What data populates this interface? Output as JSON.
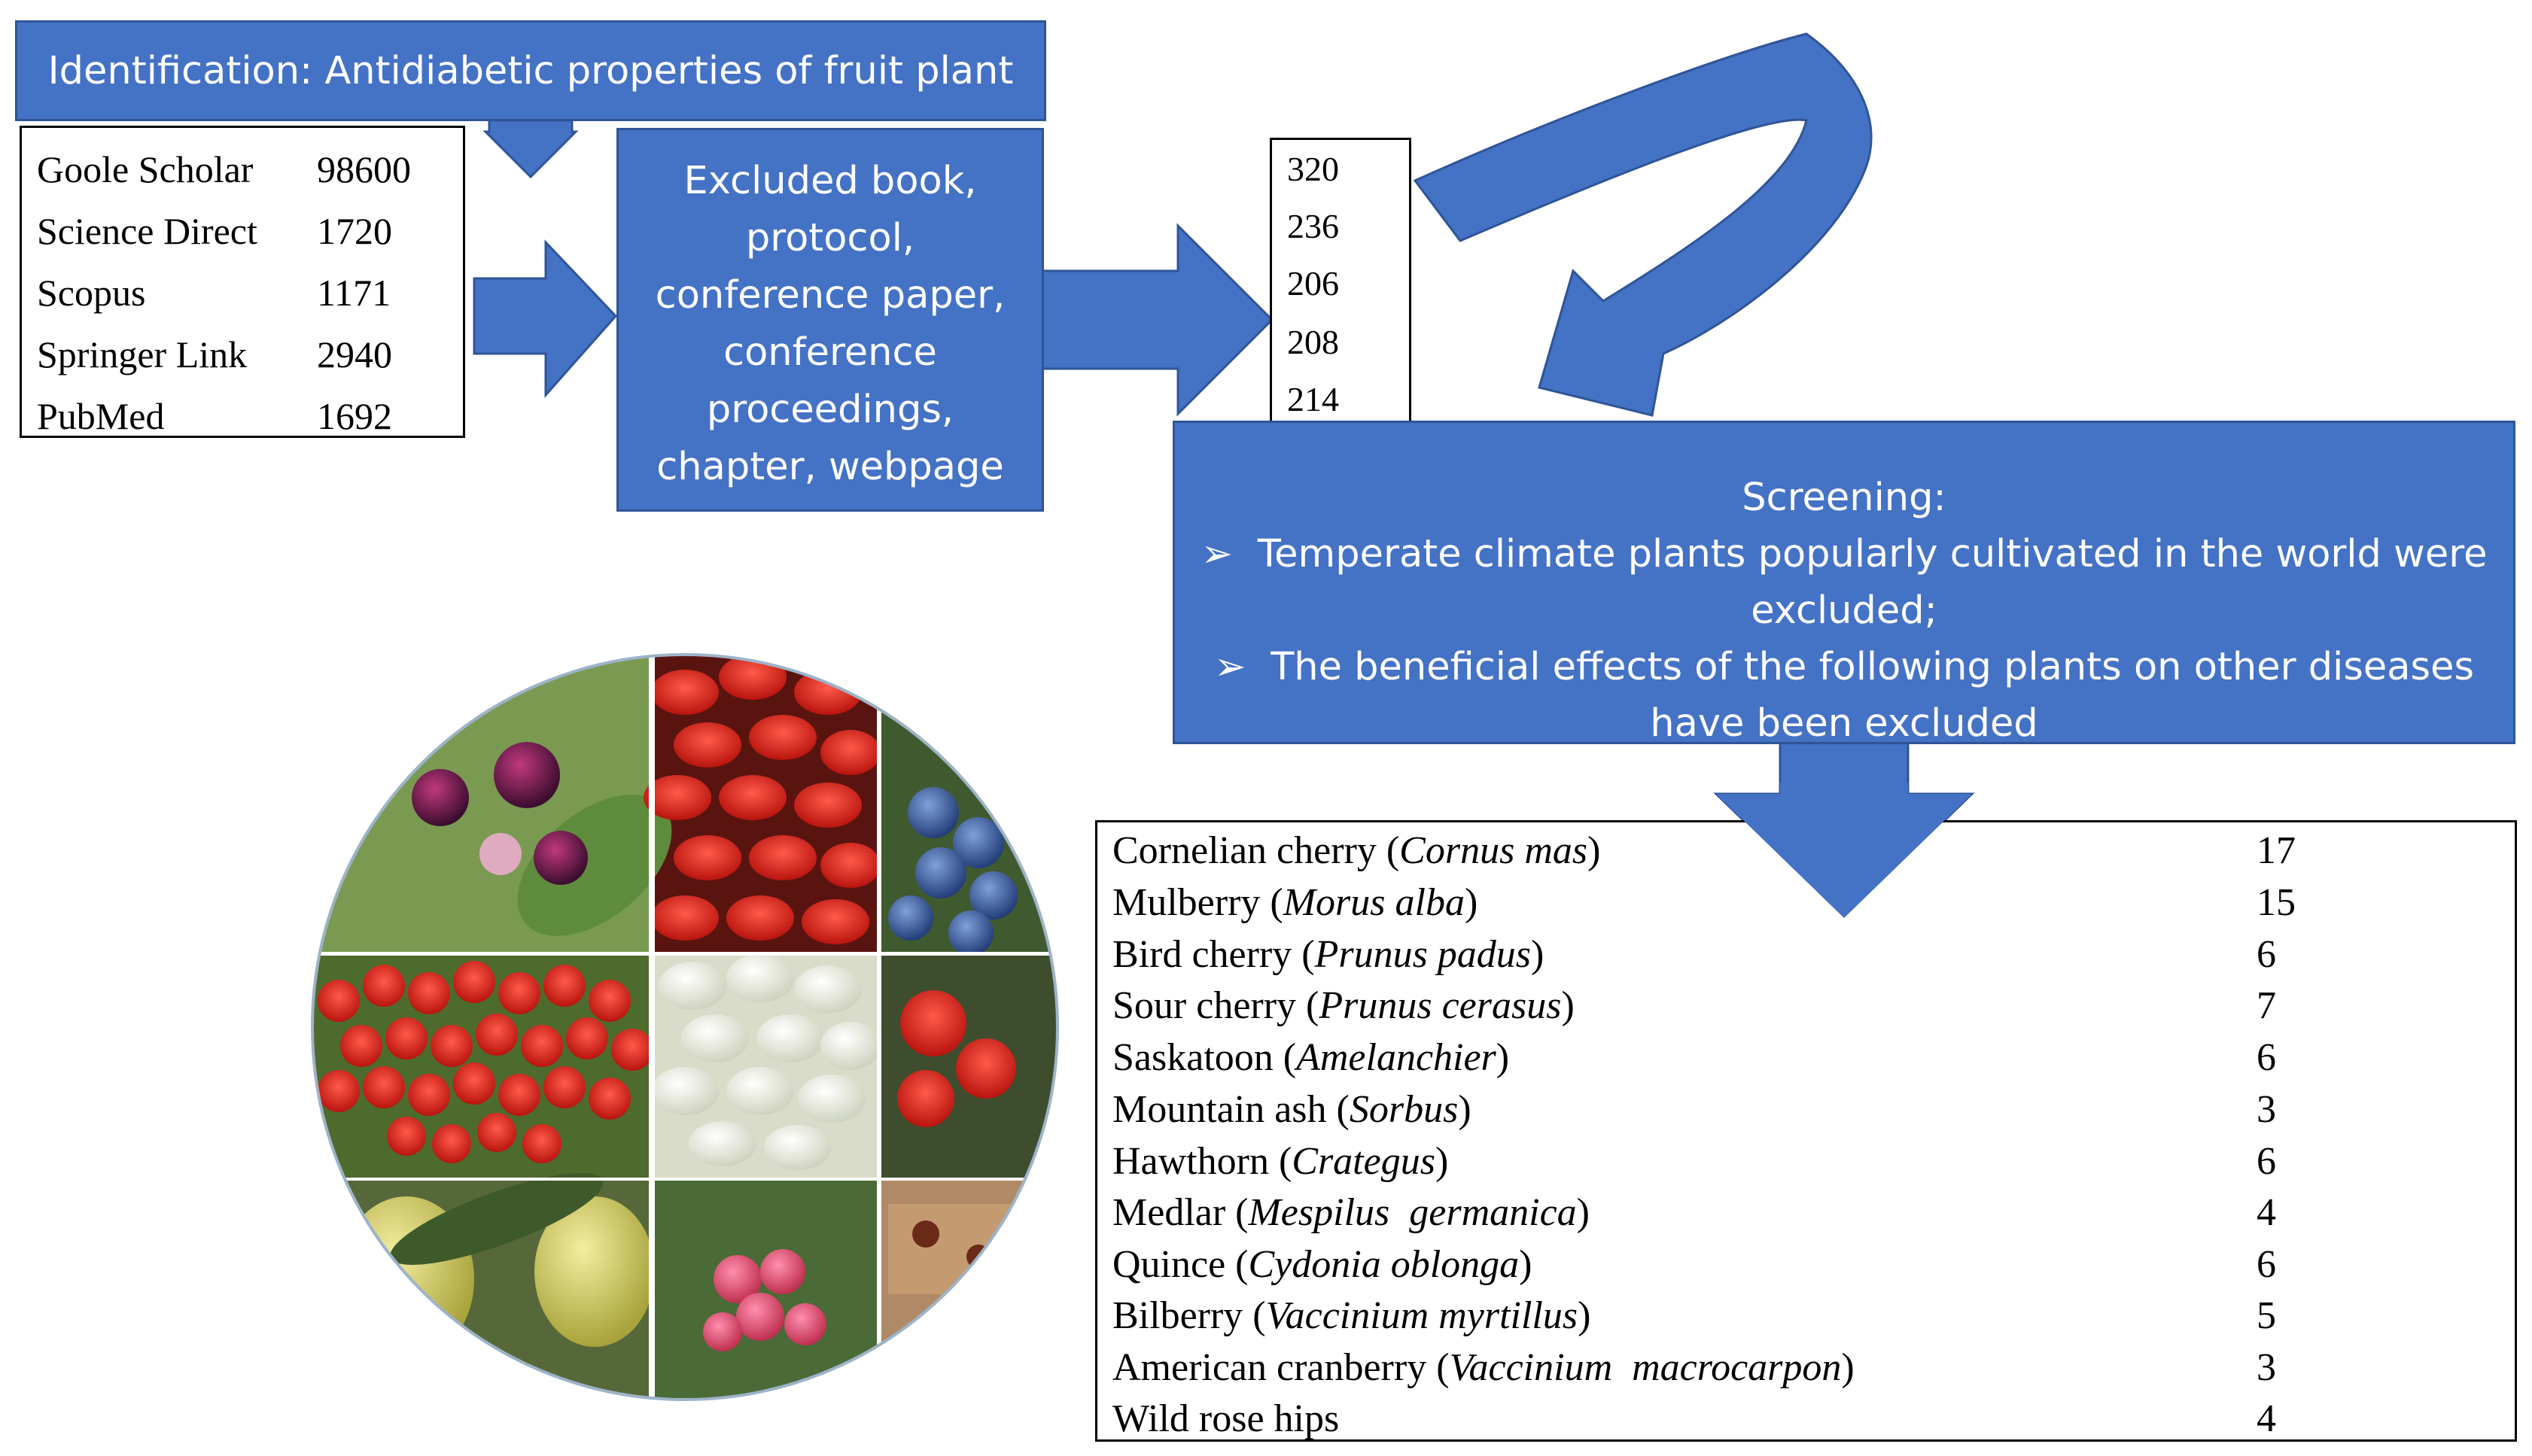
{
  "identification": {
    "text": "Identification: Antidiabetic properties of fruit plant"
  },
  "sources": [
    {
      "name": "Goole Scholar",
      "count": "98600"
    },
    {
      "name": "Science Direct",
      "count": "1720"
    },
    {
      "name": "Scopus",
      "count": "1171"
    },
    {
      "name": "Springer Link",
      "count": "2940"
    },
    {
      "name": "PubMed",
      "count": "1692"
    }
  ],
  "excluded": {
    "lines": [
      "Excluded book,",
      "protocol,",
      "conference paper,",
      "conference",
      "proceedings,",
      "chapter, webpage"
    ]
  },
  "counts": [
    "320",
    "236",
    "206",
    "208",
    "214"
  ],
  "screening": {
    "title": "Screening:",
    "bullet1_a": "Temperate climate plants popularly cultivated in the world were",
    "bullet1_b": "excluded;",
    "bullet2_a": "The beneficial effects of the following plants on other diseases",
    "bullet2_b": "have been excluded"
  },
  "plants": [
    {
      "common": "Cornelian cherry (",
      "latin": "Cornus mas",
      "close": ")",
      "count": "17"
    },
    {
      "common": "Mulberry (",
      "latin": "Morus alba",
      "close": ")",
      "count": "15"
    },
    {
      "common": "Bird cherry (",
      "latin": "Prunus padus",
      "close": ")",
      "count": "6"
    },
    {
      "common": "Sour cherry (",
      "latin": "Prunus cerasus",
      "close": ")",
      "count": "7"
    },
    {
      "common": "Saskatoon (",
      "latin": "Amelanchier",
      "close": ")",
      "count": "6"
    },
    {
      "common": "Mountain ash (",
      "latin": "Sorbus",
      "close": ")",
      "count": "3"
    },
    {
      "common": "Hawthorn (",
      "latin": "Crategus",
      "close": ")",
      "count": "6"
    },
    {
      "common": "Medlar (",
      "latin": "Mespilus  germanica",
      "close": ")",
      "count": "4"
    },
    {
      "common": "Quince (",
      "latin": "Cydonia oblonga",
      "close": ")",
      "count": "6"
    },
    {
      "common": "Bilberry (",
      "latin": "Vaccinium myrtillus",
      "close": ")",
      "count": "5"
    },
    {
      "common": "American cranberry (",
      "latin": "Vaccinium  macrocarpon",
      "close": ")",
      "count": "3"
    },
    {
      "common": "Wild rose hips",
      "latin": "",
      "close": "",
      "count": "4"
    }
  ],
  "colors": {
    "box_fill": "#4472c4",
    "box_border": "#2f5597",
    "arrow": "#4472c4"
  }
}
